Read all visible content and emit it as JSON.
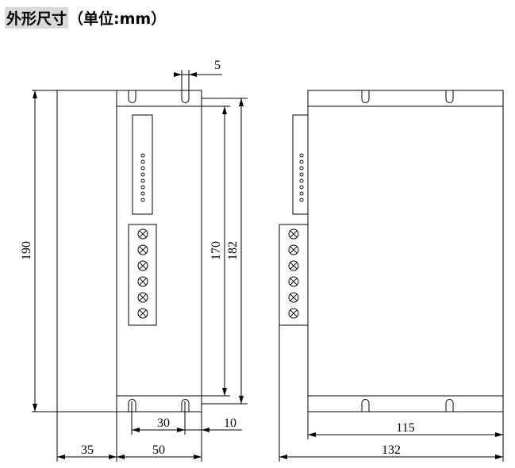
{
  "title": {
    "highlight": "外形尺寸",
    "suffix": "（单位:mm）"
  },
  "dimensions": {
    "slot": "5",
    "total_height": "190",
    "inner_height": "170",
    "outer_height": "182",
    "hole_spacing": "30",
    "hole_offset": "10",
    "heatsink_depth": "35",
    "front_width": "50",
    "side_body": "115",
    "side_total": "132"
  },
  "front_view": {
    "led_count": 8,
    "terminal_count": 6
  },
  "side_view": {
    "led_count": 8,
    "terminal_count": 6
  }
}
